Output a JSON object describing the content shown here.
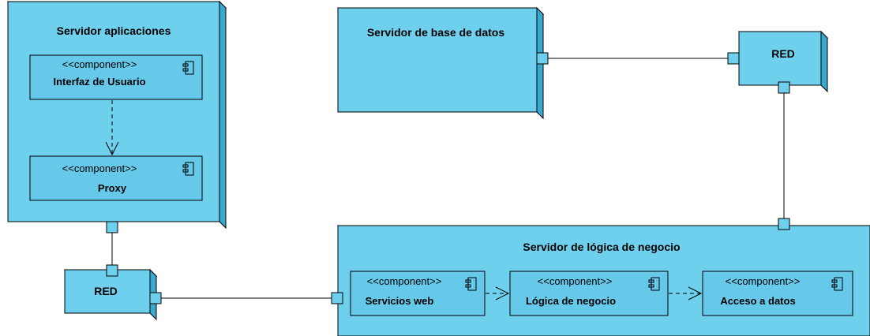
{
  "nodes": {
    "app_server": {
      "title": "Servidor aplicaciones"
    },
    "db_server": {
      "title": "Servidor de base de datos"
    },
    "red_top": {
      "title": "RED"
    },
    "red_left": {
      "title": "RED"
    },
    "logic_server": {
      "title": "Servidor de lógica de negocio"
    }
  },
  "components": {
    "interfaz": {
      "stereotype": "<<component>>",
      "name": "Interfaz de Usuario"
    },
    "proxy": {
      "stereotype": "<<component>>",
      "name": "Proxy"
    },
    "servicios": {
      "stereotype": "<<component>>",
      "name": "Servicios web"
    },
    "logica": {
      "stereotype": "<<component>>",
      "name": "Lógica de negocio"
    },
    "acceso": {
      "stereotype": "<<component>>",
      "name": "Acceso a datos"
    }
  },
  "icons": {
    "component": "component-icon"
  },
  "colors": {
    "node_face": "#6fd0ee",
    "node_side": "#3aa9cf",
    "node_top": "#8adcf3",
    "component_fill": "#66c9ea"
  }
}
